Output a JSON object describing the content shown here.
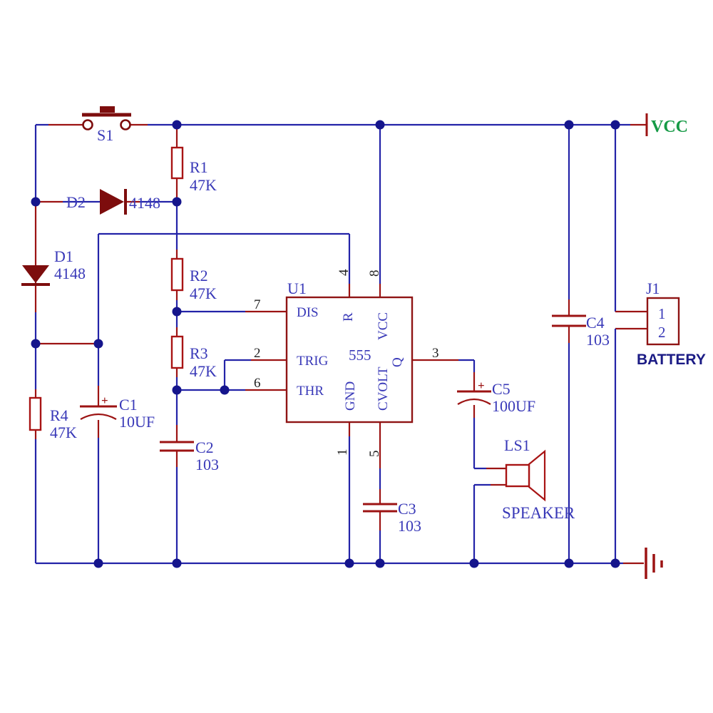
{
  "figure": {
    "type": "circuit-schematic",
    "subject": "555 timer doorbell/alarm circuit"
  },
  "colors": {
    "wire_blue": "#2323a8",
    "wire_red": "#9c1313",
    "component_outline": "#a81414",
    "diode_fill": "#7d0d0d",
    "ic_outline": "#8f1414",
    "junction_dot": "#15158c",
    "label_blue": "#3939b8",
    "pin_number": "#1f1f1f",
    "battery_text": "#1b1b85",
    "vcc_green": "#169a46",
    "background": "#ffffff"
  },
  "t": {
    "s1": "S1",
    "r1": "R1",
    "r1v": "47K",
    "r2": "R2",
    "r2v": "47K",
    "r3": "R3",
    "r3v": "47K",
    "r4": "R4",
    "r4v": "47K",
    "d1": "D1",
    "d1v": "4148",
    "d2": "D2",
    "d2v": "4148",
    "c1": "C1",
    "c1v": "10UF",
    "c1p": "+",
    "c2": "C2",
    "c2v": "103",
    "c3": "C3",
    "c3v": "103",
    "c4": "C4",
    "c4v": "103",
    "c5": "C5",
    "c5v": "100UF",
    "c5p": "+",
    "u1": "U1",
    "u1part": "555",
    "pin_dis": "DIS",
    "pin_trig": "TRIG",
    "pin_thr": "THR",
    "pin_r": "R",
    "pin_vcc": "VCC",
    "pin_q": "Q",
    "pin_gnd": "GND",
    "pin_cvolt": "CVOLT",
    "n1": "1",
    "n2": "2",
    "n3": "3",
    "n4": "4",
    "n5": "5",
    "n6": "6",
    "n7": "7",
    "n8": "8",
    "ls1": "LS1",
    "speaker": "SPEAKER",
    "j1": "J1",
    "j1p1": "1",
    "j1p2": "2",
    "battery": "BATTERY",
    "vcc_net": "VCC"
  }
}
